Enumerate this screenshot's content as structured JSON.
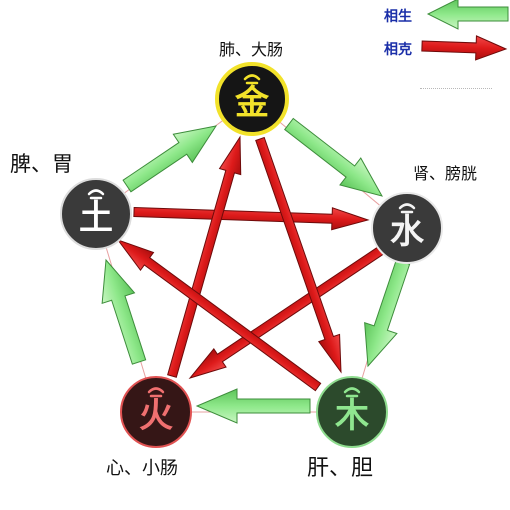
{
  "legend": {
    "generating": {
      "label": "相生",
      "color": "#8ee88a"
    },
    "overcoming": {
      "label": "相克",
      "color": "#e01818"
    }
  },
  "elements": {
    "metal": {
      "char": "金",
      "organs": "肺、大肠",
      "fill": "#151515",
      "ring": "#f2e22a",
      "glyph": "#f2e22a"
    },
    "water": {
      "char": "水",
      "organs": "肾、膀胱",
      "fill": "#3a3a3a",
      "ring": "#e8e8e8",
      "glyph": "#f4f4f4"
    },
    "wood": {
      "char": "木",
      "organs": "肝、胆",
      "fill": "#2c4a2c",
      "ring": "#8fdc8f",
      "glyph": "#8fe68f"
    },
    "fire": {
      "char": "火",
      "organs": "心、小肠",
      "fill": "#351616",
      "ring": "#e05252",
      "glyph": "#f07070"
    },
    "earth": {
      "char": "土",
      "organs": "脾、胃",
      "fill": "#3a3a3a",
      "ring": "#dddddd",
      "glyph": "#ffffff"
    }
  }
}
